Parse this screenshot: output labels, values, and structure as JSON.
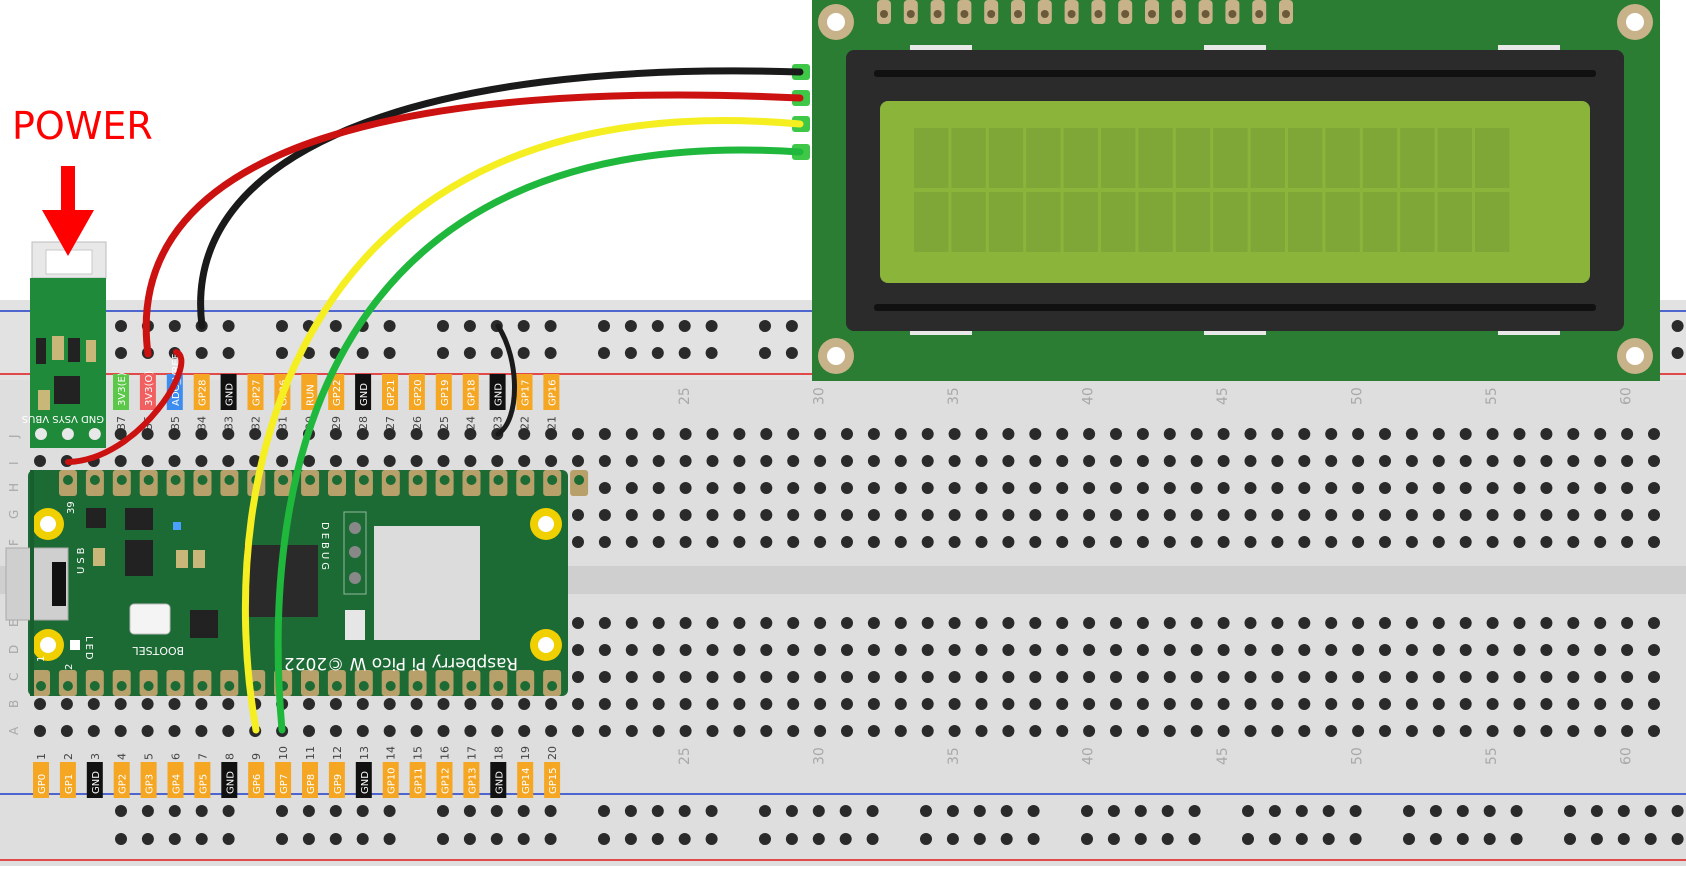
{
  "power": {
    "label": "POWER"
  },
  "colors": {
    "breadboard": "#dcdcdc",
    "rail_blue": "#1e3cc8",
    "rail_red": "#e01818",
    "pico_green": "#1c6a34",
    "lcd_pcb": "#2a7d32",
    "lcd_screen": "#8ab43a",
    "wire_black": "#1a1a1a",
    "wire_red": "#cc1111",
    "wire_yellow": "#f5ee20",
    "wire_green": "#1fb83c",
    "pin_label_orange": "#f5a623",
    "pin_label_black": "#111111"
  },
  "pico": {
    "top_pin_numbers": [
      "37",
      "36",
      "35",
      "34",
      "33",
      "32",
      "31",
      "30",
      "29",
      "28",
      "27",
      "26",
      "25",
      "24",
      "23",
      "22",
      "21"
    ],
    "top_pin_labels": [
      "3V3(E)",
      "3V3(O)",
      "ADC_VREF",
      "GP28",
      "GND",
      "GP27",
      "GP26",
      "RUN",
      "GP22",
      "GND",
      "GP21",
      "GP20",
      "GP19",
      "GP18",
      "GND",
      "GP17",
      "GP16"
    ],
    "power_pins": [
      "GND",
      "VSYS",
      "VBUS"
    ],
    "bottom_pin_numbers": [
      "1",
      "2",
      "3",
      "4",
      "5",
      "6",
      "7",
      "8",
      "9",
      "10",
      "11",
      "12",
      "13",
      "14",
      "15",
      "16",
      "17",
      "18",
      "19",
      "20"
    ],
    "bottom_pin_labels": [
      "GP0",
      "GP1",
      "GND",
      "GP2",
      "GP3",
      "GP4",
      "GP5",
      "GND",
      "GP6",
      "GP7",
      "GP8",
      "GP9",
      "GND",
      "GP10",
      "GP11",
      "GP12",
      "GP13",
      "GND",
      "GP14",
      "GP15"
    ],
    "board_text": "Raspberry Pi Pico W ©2022",
    "bootsel": "BOOTSEL",
    "led": "LED",
    "usb": "USB",
    "debug": "DEBUG",
    "pin39": "39",
    "pin1": "1",
    "pin2": "2"
  },
  "breadboard": {
    "column_numbers": [
      "25",
      "30",
      "35",
      "40",
      "45",
      "50",
      "55",
      "60"
    ],
    "row_letters_top": [
      "J",
      "I",
      "H",
      "G",
      "F"
    ],
    "row_letters_bottom": [
      "E",
      "D",
      "C",
      "B",
      "A"
    ]
  },
  "wires": [
    {
      "color": "black",
      "from": "GP28 column (34)",
      "to": "LCD pin 1"
    },
    {
      "color": "red",
      "from": "3V3(O) column (36)",
      "to": "LCD pin 2"
    },
    {
      "color": "yellow",
      "from": "GP6",
      "to": "LCD pin 3"
    },
    {
      "color": "green",
      "from": "GP7",
      "to": "LCD pin 4"
    }
  ],
  "lcd": {
    "rows": 2,
    "columns": 16,
    "pin_count": 16
  }
}
